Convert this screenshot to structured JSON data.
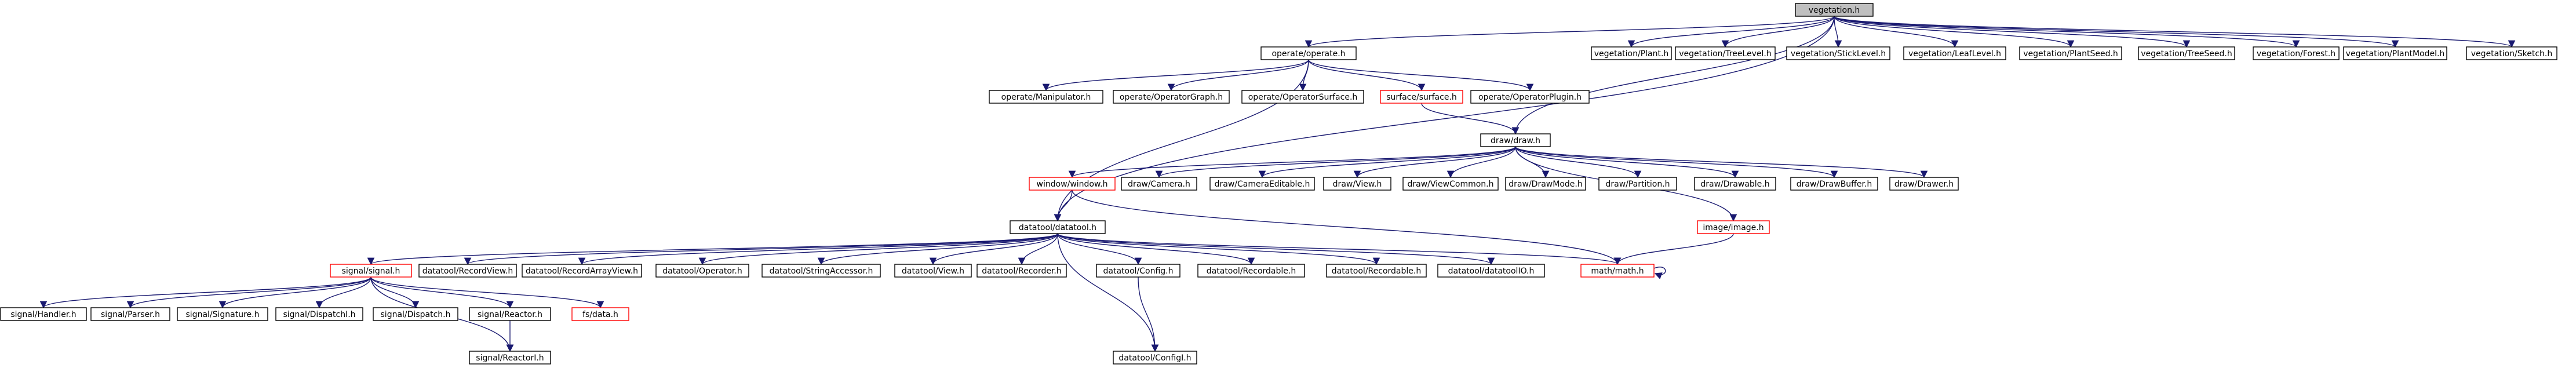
{
  "colors": {
    "edge": "#191970",
    "node_border": "#000000",
    "node_fill": "#ffffff",
    "root_fill": "#bfbfbf",
    "missing_border": "#ff0000"
  },
  "nodes": {
    "root": {
      "label": "vegetation.h",
      "kind": "root"
    },
    "operate": {
      "label": "operate/operate.h",
      "kind": "normal"
    },
    "v_plant": {
      "label": "vegetation/Plant.h",
      "kind": "normal"
    },
    "v_treelevel": {
      "label": "vegetation/TreeLevel.h",
      "kind": "normal"
    },
    "v_sticklevel": {
      "label": "vegetation/StickLevel.h",
      "kind": "normal"
    },
    "v_leaflevel": {
      "label": "vegetation/LeafLevel.h",
      "kind": "normal"
    },
    "v_plantseed": {
      "label": "vegetation/PlantSeed.h",
      "kind": "normal"
    },
    "v_treeseed": {
      "label": "vegetation/TreeSeed.h",
      "kind": "normal"
    },
    "v_forest": {
      "label": "vegetation/Forest.h",
      "kind": "normal"
    },
    "v_plantmodel": {
      "label": "vegetation/PlantModel.h",
      "kind": "normal"
    },
    "v_sketch": {
      "label": "vegetation/Sketch.h",
      "kind": "normal"
    },
    "op_manip": {
      "label": "operate/Manipulator.h",
      "kind": "normal"
    },
    "op_graph": {
      "label": "operate/OperatorGraph.h",
      "kind": "normal"
    },
    "op_surface": {
      "label": "operate/OperatorSurface.h",
      "kind": "normal"
    },
    "surface": {
      "label": "surface/surface.h",
      "kind": "missing"
    },
    "op_plugin": {
      "label": "operate/OperatorPlugin.h",
      "kind": "normal"
    },
    "draw": {
      "label": "draw/draw.h",
      "kind": "normal"
    },
    "window": {
      "label": "window/window.h",
      "kind": "missing"
    },
    "d_camera": {
      "label": "draw/Camera.h",
      "kind": "normal"
    },
    "d_cameraedit": {
      "label": "draw/CameraEditable.h",
      "kind": "normal"
    },
    "d_view": {
      "label": "draw/View.h",
      "kind": "normal"
    },
    "d_viewcommon": {
      "label": "draw/ViewCommon.h",
      "kind": "normal"
    },
    "d_drawmode": {
      "label": "draw/DrawMode.h",
      "kind": "normal"
    },
    "d_partition": {
      "label": "draw/Partition.h",
      "kind": "normal"
    },
    "d_drawable": {
      "label": "draw/Drawable.h",
      "kind": "normal"
    },
    "d_drawbuffer": {
      "label": "draw/DrawBuffer.h",
      "kind": "normal"
    },
    "d_drawer": {
      "label": "draw/Drawer.h",
      "kind": "normal"
    },
    "image": {
      "label": "image/image.h",
      "kind": "missing"
    },
    "datatool": {
      "label": "datatool/datatool.h",
      "kind": "normal"
    },
    "signal": {
      "label": "signal/signal.h",
      "kind": "missing"
    },
    "dt_recordview": {
      "label": "datatool/RecordView.h",
      "kind": "normal"
    },
    "dt_recordarrayview": {
      "label": "datatool/RecordArrayView.h",
      "kind": "normal"
    },
    "dt_operator": {
      "label": "datatool/Operator.h",
      "kind": "normal"
    },
    "dt_stringaccessor": {
      "label": "datatool/StringAccessor.h",
      "kind": "normal"
    },
    "dt_view": {
      "label": "datatool/View.h",
      "kind": "normal"
    },
    "dt_recorder": {
      "label": "datatool/Recorder.h",
      "kind": "normal"
    },
    "dt_config": {
      "label": "datatool/Config.h",
      "kind": "normal"
    },
    "dt_recordable_t": {
      "label": "datatool/Recordable.h",
      "kind": "normal"
    },
    "dt_recordable": {
      "label": "datatool/Recordable.h",
      "kind": "normal"
    },
    "dt_datatoolio": {
      "label": "datatool/datatoolIO.h",
      "kind": "normal"
    },
    "math": {
      "label": "math/math.h",
      "kind": "missing"
    },
    "s_handler": {
      "label": "signal/Handler.h",
      "kind": "normal"
    },
    "s_parser": {
      "label": "signal/Parser.h",
      "kind": "normal"
    },
    "s_signature": {
      "label": "signal/Signature.h",
      "kind": "normal"
    },
    "s_dispatchi": {
      "label": "signal/DispatchI.h",
      "kind": "normal"
    },
    "s_dispatch": {
      "label": "signal/Dispatch.h",
      "kind": "normal"
    },
    "s_reactor": {
      "label": "signal/Reactor.h",
      "kind": "normal"
    },
    "fs_data": {
      "label": "fs/data.h",
      "kind": "missing"
    },
    "dt_configi": {
      "label": "datatool/ConfigI.h",
      "kind": "normal"
    },
    "s_reactori": {
      "label": "signal/ReactorI.h",
      "kind": "normal"
    }
  },
  "edges": [
    [
      "root",
      "operate"
    ],
    [
      "root",
      "v_plant"
    ],
    [
      "root",
      "v_treelevel"
    ],
    [
      "root",
      "v_sticklevel"
    ],
    [
      "root",
      "v_leaflevel"
    ],
    [
      "root",
      "v_plantseed"
    ],
    [
      "root",
      "v_treeseed"
    ],
    [
      "root",
      "v_forest"
    ],
    [
      "root",
      "v_plantmodel"
    ],
    [
      "root",
      "v_sketch"
    ],
    [
      "root",
      "draw"
    ],
    [
      "root",
      "datatool"
    ],
    [
      "operate",
      "op_manip"
    ],
    [
      "operate",
      "op_graph"
    ],
    [
      "operate",
      "op_surface"
    ],
    [
      "operate",
      "surface"
    ],
    [
      "operate",
      "op_plugin"
    ],
    [
      "operate",
      "datatool"
    ],
    [
      "surface",
      "draw"
    ],
    [
      "draw",
      "window"
    ],
    [
      "draw",
      "d_camera"
    ],
    [
      "draw",
      "d_cameraedit"
    ],
    [
      "draw",
      "d_view"
    ],
    [
      "draw",
      "d_viewcommon"
    ],
    [
      "draw",
      "d_drawmode"
    ],
    [
      "draw",
      "d_partition"
    ],
    [
      "draw",
      "d_drawable"
    ],
    [
      "draw",
      "d_drawbuffer"
    ],
    [
      "draw",
      "d_drawer"
    ],
    [
      "draw",
      "image"
    ],
    [
      "window",
      "datatool"
    ],
    [
      "window",
      "math"
    ],
    [
      "image",
      "math"
    ],
    [
      "math",
      "math"
    ],
    [
      "datatool",
      "signal"
    ],
    [
      "datatool",
      "dt_recordview"
    ],
    [
      "datatool",
      "dt_recordarrayview"
    ],
    [
      "datatool",
      "dt_operator"
    ],
    [
      "datatool",
      "dt_stringaccessor"
    ],
    [
      "datatool",
      "dt_view"
    ],
    [
      "datatool",
      "dt_recorder"
    ],
    [
      "datatool",
      "dt_config"
    ],
    [
      "datatool",
      "dt_recordable_t"
    ],
    [
      "datatool",
      "dt_recordable"
    ],
    [
      "datatool",
      "dt_datatoolio"
    ],
    [
      "datatool",
      "math"
    ],
    [
      "datatool",
      "dt_configi"
    ],
    [
      "signal",
      "s_handler"
    ],
    [
      "signal",
      "s_parser"
    ],
    [
      "signal",
      "s_signature"
    ],
    [
      "signal",
      "s_dispatchi"
    ],
    [
      "signal",
      "s_dispatch"
    ],
    [
      "signal",
      "s_reactor"
    ],
    [
      "signal",
      "fs_data"
    ],
    [
      "signal",
      "s_reactori"
    ],
    [
      "s_reactor",
      "s_reactori"
    ],
    [
      "dt_config",
      "dt_configi"
    ]
  ]
}
